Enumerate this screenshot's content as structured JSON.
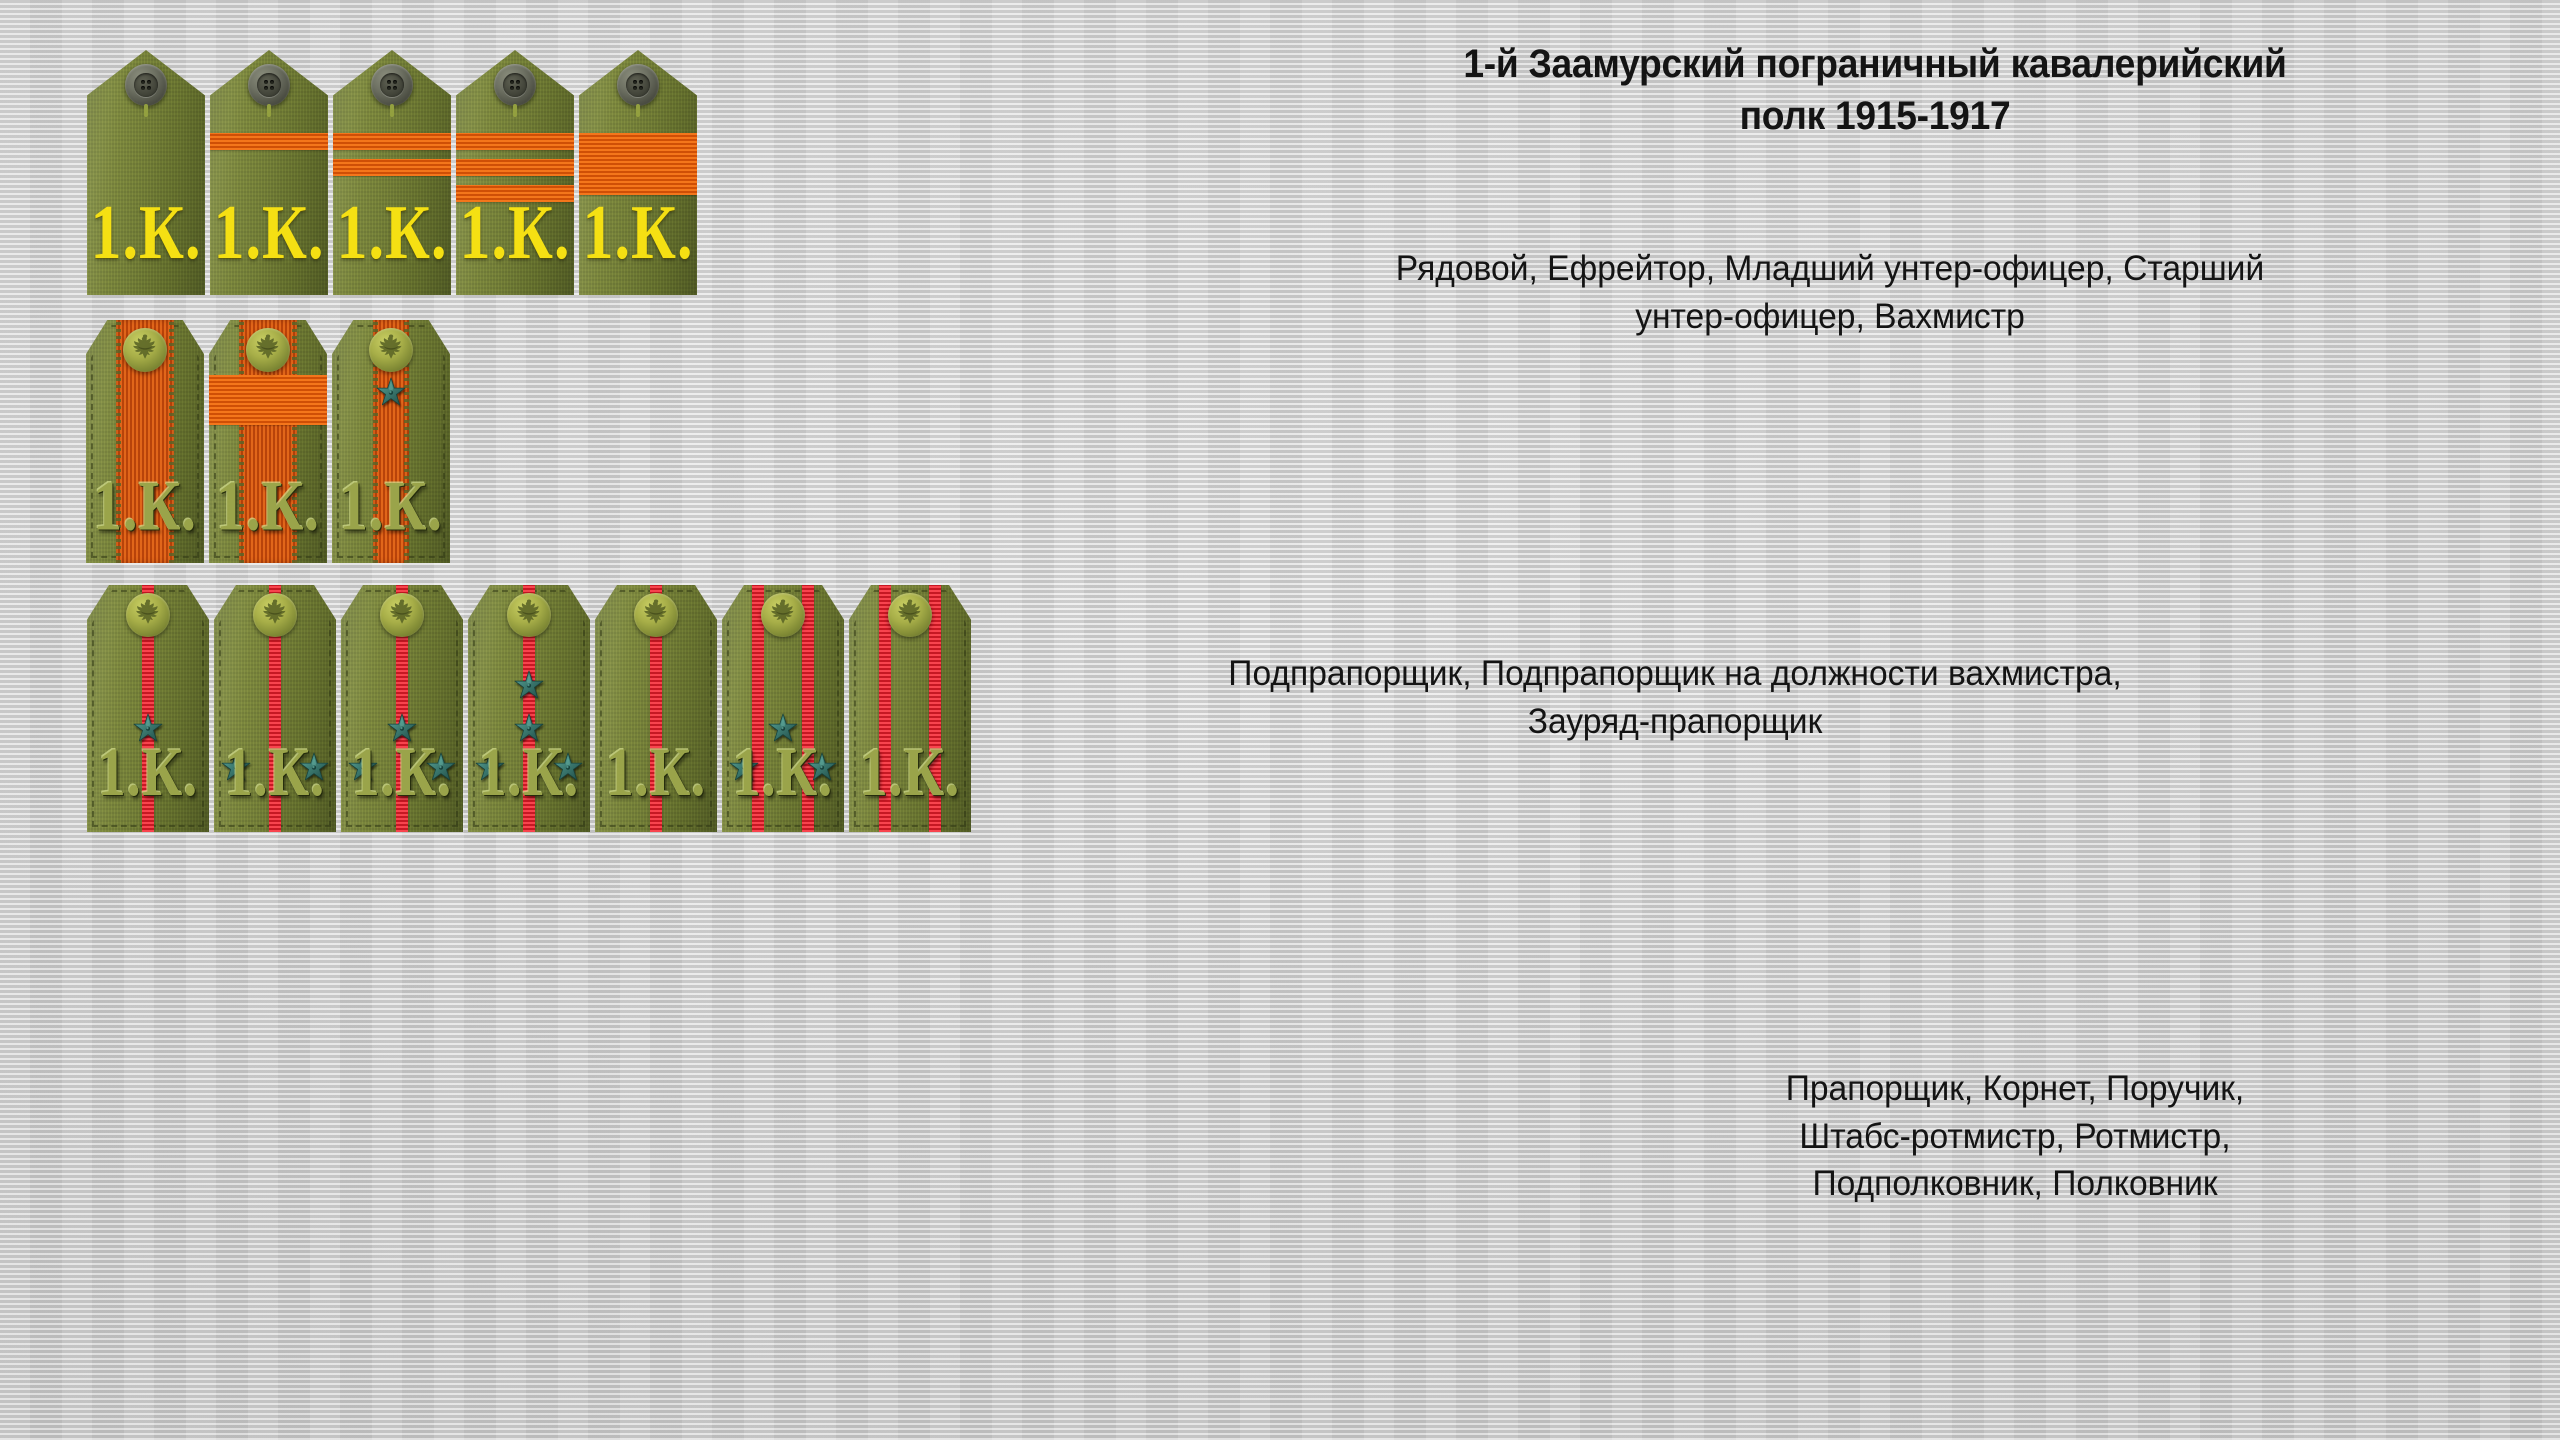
{
  "heading": {
    "title_line1": "1-й Заамурский пограничный кавалерийский",
    "title_line2": "полк 1915-1917"
  },
  "descriptions": {
    "group1_line1": "Рядовой, Ефрейтор, Младший унтер-офицер, Старший",
    "group1_line2": "унтер-офицер, Вахмистр",
    "group2_line1": "Подпрапорщик, Подпрапорщик на должности вахмистра,",
    "group2_line2": "Зауряд-прапорщик",
    "group3_line1": "Прапорщик, Корнет, Поручик,",
    "group3_line2": "Штабс-ротмистр, Ротмистр,",
    "group3_line3": "Подполковник, Полковник"
  },
  "cipher": {
    "text": "1.К.",
    "color_enlisted": "#f5e013",
    "color_officer": "#9aa44a"
  },
  "colors": {
    "background": "#d6d6d6",
    "board_green": "#737f35",
    "lace_orange": "#ef6a11",
    "panel_orange": "#d2540f",
    "officer_crimson": "#ee2f3a",
    "star_teal": "#3c7a72",
    "button_grey": "#6e7163",
    "button_gold": "#a7ae48",
    "text_black": "#141414"
  },
  "rows": [
    {
      "name": "enlisted-ranks",
      "button": "grey-four-hole-button",
      "boards": [
        {
          "rank": "Рядовой",
          "stripes": 0,
          "stripe_style": "none",
          "cipher": "1.К."
        },
        {
          "rank": "Ефрейтор",
          "stripes": 1,
          "stripe_style": "narrow",
          "cipher": "1.К."
        },
        {
          "rank": "Младший унтер-офицер",
          "stripes": 2,
          "stripe_style": "narrow",
          "cipher": "1.К."
        },
        {
          "rank": "Старший унтер-офицер",
          "stripes": 3,
          "stripe_style": "narrow",
          "cipher": "1.К."
        },
        {
          "rank": "Вахмистр",
          "stripes": 1,
          "stripe_style": "wide",
          "cipher": "1.К."
        }
      ]
    },
    {
      "name": "warrant-ranks",
      "button": "gold-eagle-button",
      "boards": [
        {
          "rank": "Подпрапорщик",
          "panel": "wide",
          "cross_stripe": false,
          "stars": 0,
          "cipher": "1.К."
        },
        {
          "rank": "Подпрапорщик на должности вахмистра",
          "panel": "wide",
          "cross_stripe": true,
          "stars": 0,
          "cipher": "1.К."
        },
        {
          "rank": "Зауряд-прапорщик",
          "panel": "narrow",
          "cross_stripe": false,
          "stars": 1,
          "cipher": "1.К."
        }
      ]
    },
    {
      "name": "officer-ranks",
      "button": "gold-eagle-button",
      "boards": [
        {
          "rank": "Прапорщик",
          "stripe_count": 1,
          "stars": 1,
          "star_layout": "center-one",
          "cipher": "1.К."
        },
        {
          "rank": "Корнет",
          "stripe_count": 1,
          "stars": 2,
          "star_layout": "flank-two",
          "cipher": "1.К."
        },
        {
          "rank": "Поручик",
          "stripe_count": 1,
          "stars": 3,
          "star_layout": "flank-two-plus-one",
          "cipher": "1.К."
        },
        {
          "rank": "Штабс-ротмистр",
          "stripe_count": 1,
          "stars": 4,
          "star_layout": "flank-two-plus-two",
          "cipher": "1.К."
        },
        {
          "rank": "Ротмистр",
          "stripe_count": 1,
          "stars": 0,
          "star_layout": "none",
          "cipher": "1.К."
        },
        {
          "rank": "Подполковник",
          "stripe_count": 2,
          "stars": 3,
          "star_layout": "flank-two-plus-one",
          "cipher": "1.К."
        },
        {
          "rank": "Полковник",
          "stripe_count": 2,
          "stars": 0,
          "star_layout": "none",
          "cipher": "1.К."
        }
      ]
    }
  ]
}
